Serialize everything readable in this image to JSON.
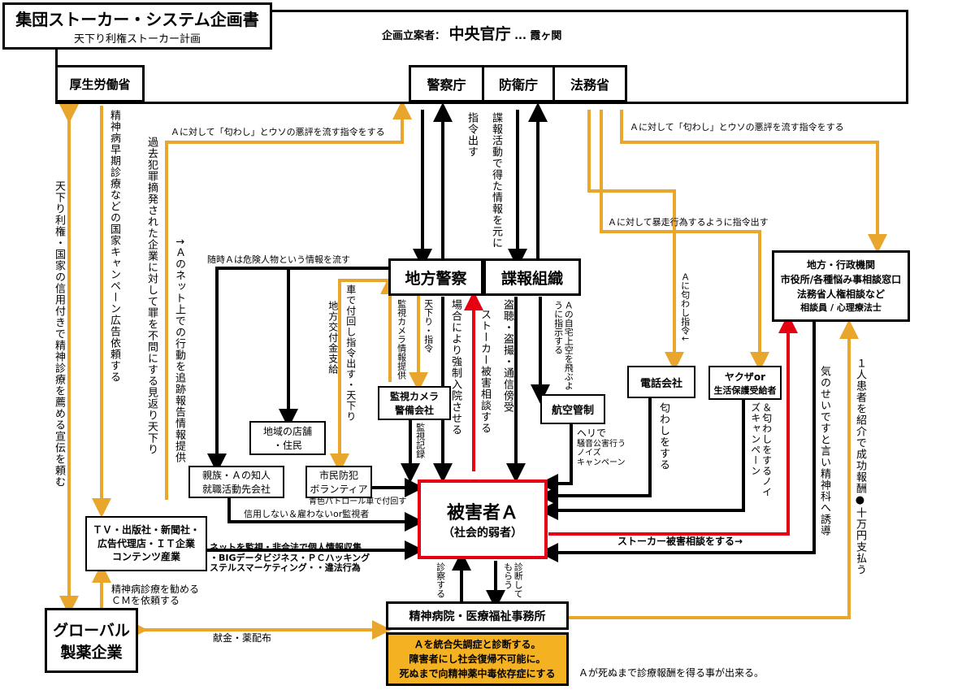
{
  "title": {
    "main": "集団ストーカー・システム企画書",
    "sub": "天下り利権ストーカー計画"
  },
  "planner": {
    "label": "企画立案者：",
    "name": "中央官庁",
    "suffix": "... 霞ヶ関"
  },
  "nodes": {
    "mhlw": "厚生労働省",
    "police_agency": "警察庁",
    "defense": "防衛庁",
    "justice": "法務省",
    "local_police": "地方警察",
    "intel": "諜報組織",
    "local_gov": [
      "地方・行政機関",
      "市役所/各種悩み事相談窓口",
      "法務省人権相談など",
      "相談員 / 心理療法士"
    ],
    "phone_co": "電話会社",
    "yakuza": [
      "ヤクザor",
      "生活保護受給者"
    ],
    "air_control": "航空管制",
    "camera_co": [
      "監視カメラ",
      "警備会社"
    ],
    "shops": [
      "地域の店舗",
      "・住民"
    ],
    "relatives": [
      "親族・Ａの知人",
      "就職活動先会社"
    ],
    "citizen_patrol": [
      "市民防犯",
      "ボランティア"
    ],
    "victim": [
      "被害者Ａ",
      "（社会的弱者）"
    ],
    "media": [
      "ＴＶ・出版社・新聞社・",
      "広告代理店・ＩＴ企業",
      "コンテンツ産業"
    ],
    "pharma": [
      "グローバル",
      "製薬企業"
    ],
    "hospital": "精神病院・医療福祉事務所",
    "diagnosis": [
      "Ａを統合失調症と診断する。",
      "障害者にし社会復帰不可能に。",
      "死ぬまで向精神薬中毒依存症にする"
    ]
  },
  "labels": {
    "smear_left": "Ａに対して「匂わし」とウソの悪評を流す指令をする",
    "smear_right": "Ａに対して「匂わし」とウソの悪評を流す指令をする",
    "rampage": "Ａに対して暴走行為するように指令出す",
    "danger_info": "随時Ａは危険人物という情報を流す",
    "media_left_vertical": "精神病早期診療などの国家キャンペーン広告依頼する",
    "national_left": "天下り利権・国家の信用付きで精神診療を薦める宣伝を頼む",
    "past_crime": "過去犯罪摘発された企業に対して罪を不問にする見返り天下り",
    "net_track": "↑Ａのネット上での行動を追跡報告情報提供",
    "order_out": "指令出す",
    "intel_info": "諜報活動で得た情報を元に",
    "patrol_order": "車で付回し指令出す・天下り",
    "local_fund": "地方交付金支給",
    "cam_info": "監視カメラ情報提供",
    "amakudari_order": "天下り・指令",
    "forced": "場合により強制入院させる",
    "stalker_consult": "ストーカー被害相談する",
    "wiretap": "盗聴・盗撮・通信傍受",
    "flight": "Ａの自宅上空を飛ぶように指示する",
    "nioware_order": "Ａに匂わし指令↓",
    "monitor_record": "監視記録",
    "nioware_do": "匂わしをする",
    "noise": "＆匂わしをするノイズキャンペーン",
    "heli": [
      "ヘリで",
      "騒音公害行う",
      "ノイズ",
      "キャンペーン"
    ],
    "distrust": "信用しない＆雇わないor監視者",
    "patrol_car": "青色パトロール車で付回す",
    "net_monitor": [
      "ネットを監視・非合法で個人情報収集",
      "・BIGデータビジネス・ＰＣハッキング",
      "ステルスマーケティング・・違法行為"
    ],
    "cm_request": [
      "精神病診療を勧める",
      "ＣＭを依頼する"
    ],
    "gift": "献金・薬配布",
    "consult_stalker_right": "ストーカー被害相談をする→",
    "its_your_mind": "気のせいですと言い精神科へ誘導",
    "reward": "１人患者を紹介で成功報酬●十万円支払う",
    "diagnose": "診察する",
    "get_diag": "診断してもらう",
    "dying": "Ａが死ぬまで診療報酬を得る事が出来る。"
  },
  "colors": {
    "black": "#000000",
    "orange": "#e8a62c",
    "red": "#e60012",
    "diag_fill": "#f4b223"
  }
}
